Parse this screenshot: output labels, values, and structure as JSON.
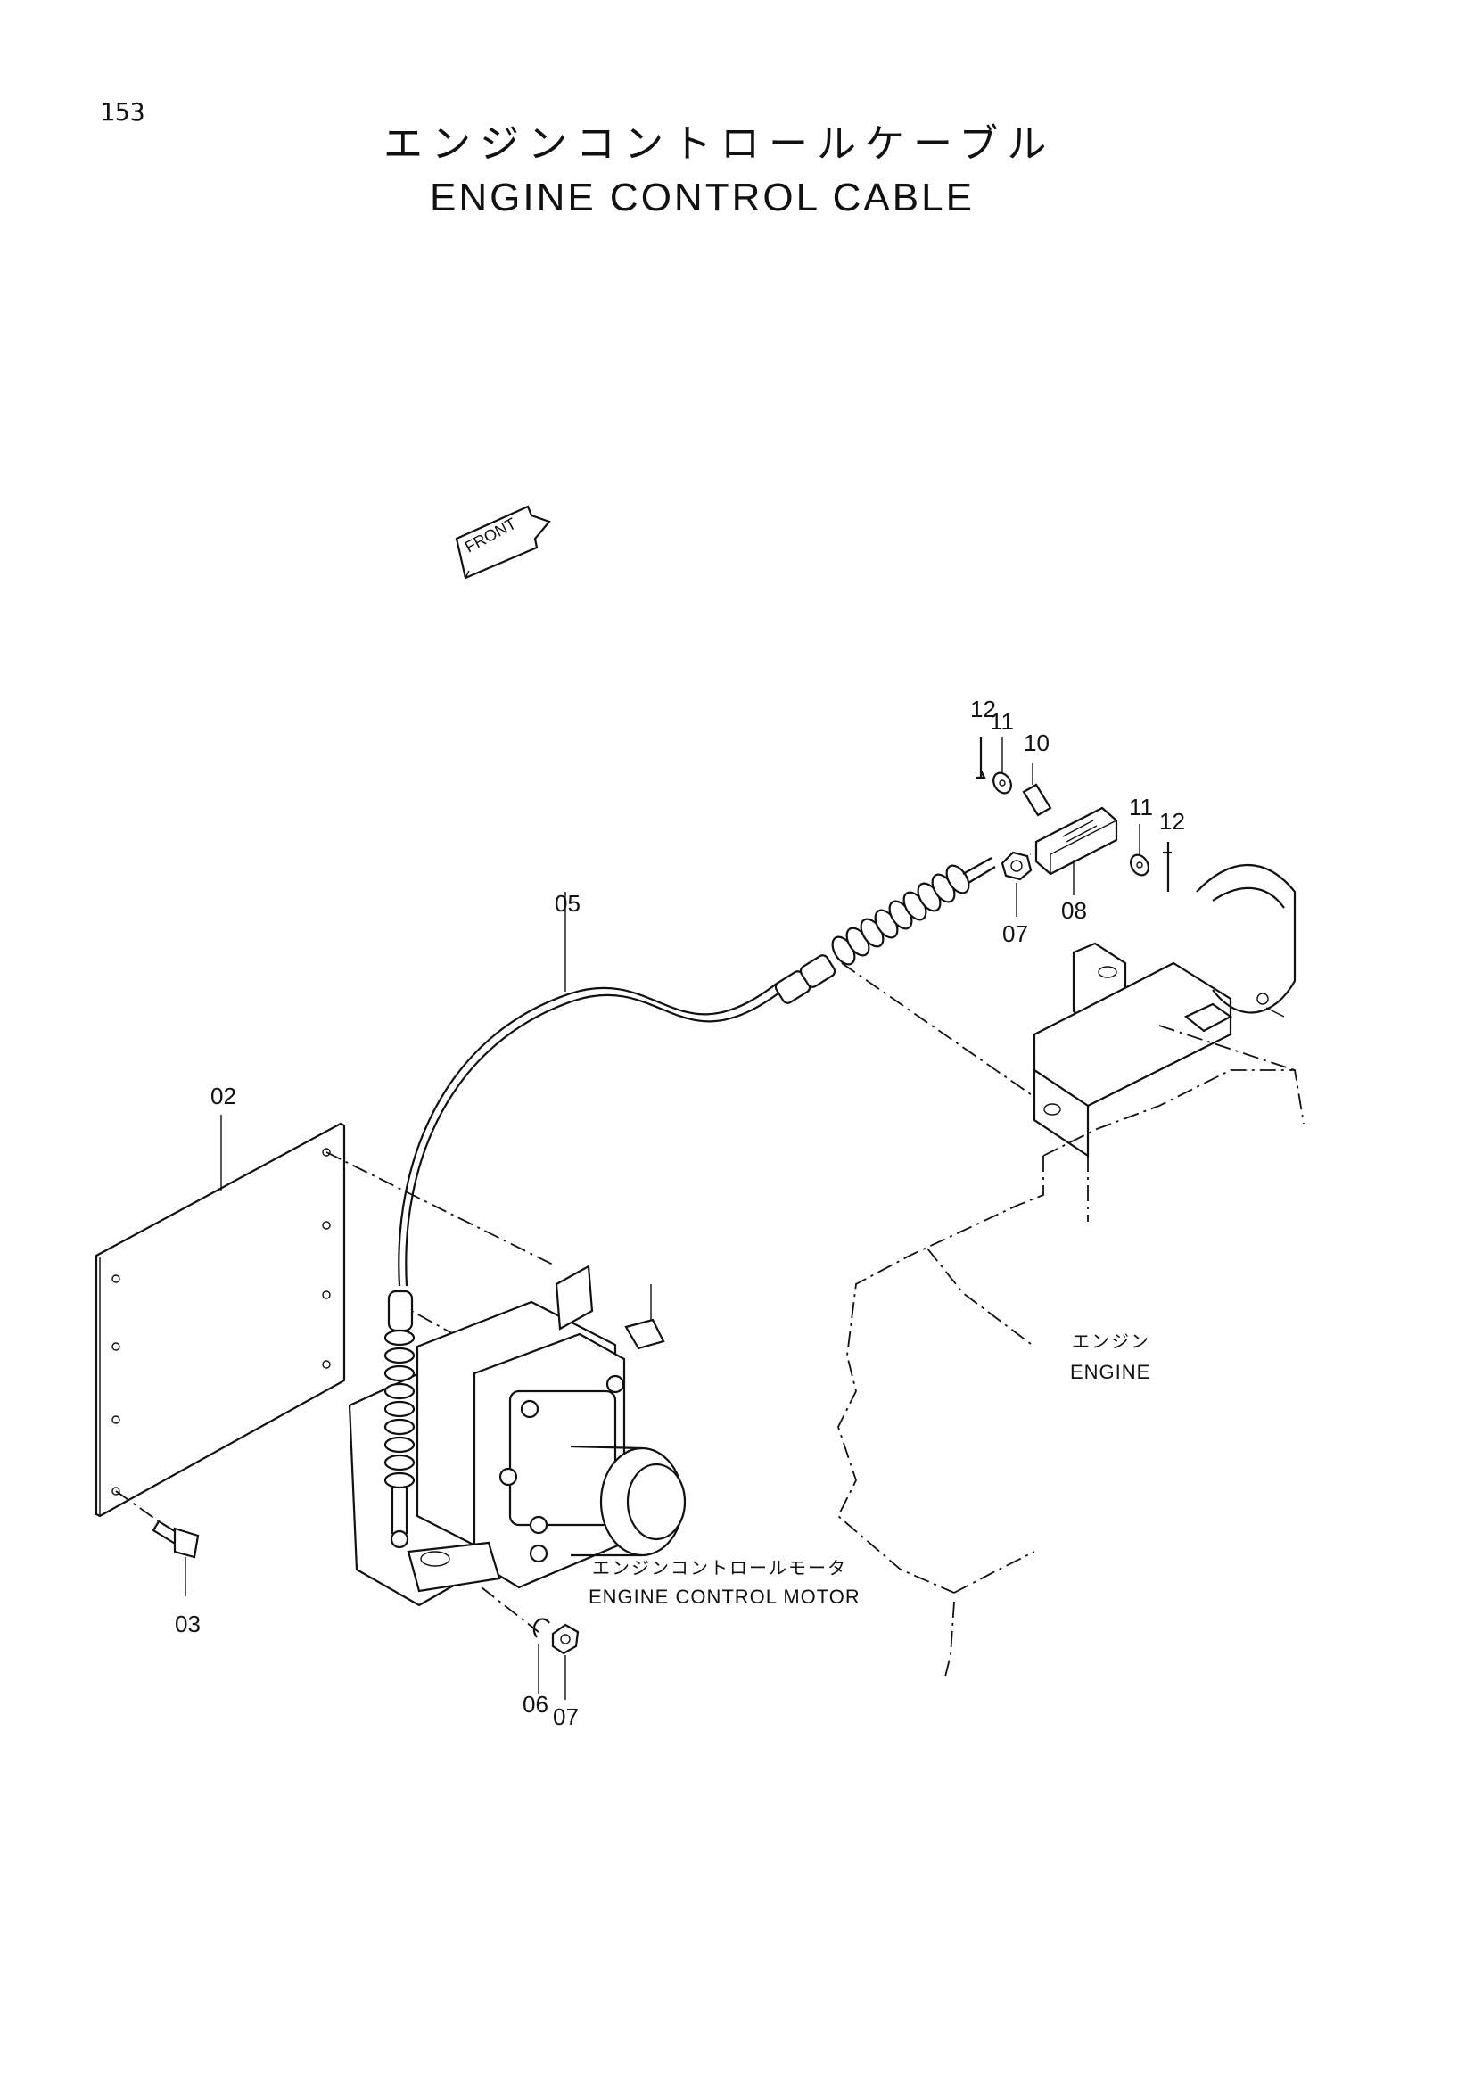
{
  "page_number": "153",
  "title": {
    "japanese": "エンジンコントロールケーブル",
    "english": "ENGINE CONTROL CABLE"
  },
  "front_indicator": "FRONT",
  "part_refs": {
    "p02": "02",
    "p03": "03",
    "p05": "05",
    "p06": "06",
    "p07_lower": "07",
    "p07_upper": "07",
    "p08": "08",
    "p10": "10",
    "p11_left": "11",
    "p11_right": "11",
    "p12_left": "12",
    "p12_right": "12"
  },
  "labels": {
    "engine_jp": "エンジン",
    "engine_en": "ENGINE",
    "motor_jp": "エンジンコントロールモータ",
    "motor_en": "ENGINE CONTROL MOTOR"
  }
}
